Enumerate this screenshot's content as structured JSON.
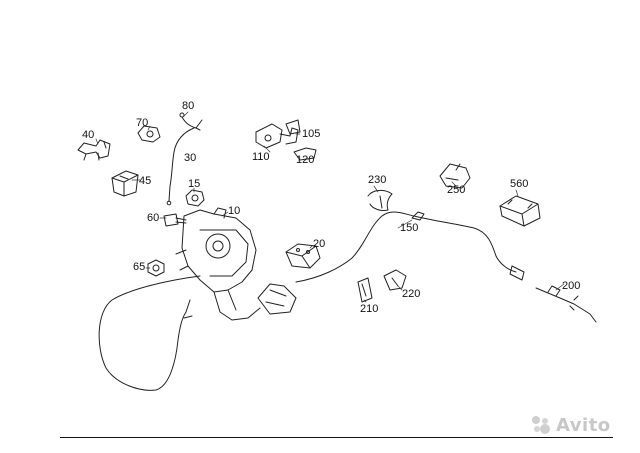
{
  "diagram": {
    "callouts": {
      "p10": "10",
      "p15": "15",
      "p20": "20",
      "p30": "30",
      "p40": "40",
      "p45": "45",
      "p60": "60",
      "p65": "65",
      "p70": "70",
      "p80": "80",
      "p105": "105",
      "p110": "110",
      "p120": "120",
      "p150": "150",
      "p200": "200",
      "p210": "210",
      "p220": "220",
      "p230": "230",
      "p250": "250",
      "p560": "560"
    }
  },
  "watermark": {
    "text": "Avito",
    "icon": "avito-logo-icon",
    "color": "#9a9a9a"
  }
}
